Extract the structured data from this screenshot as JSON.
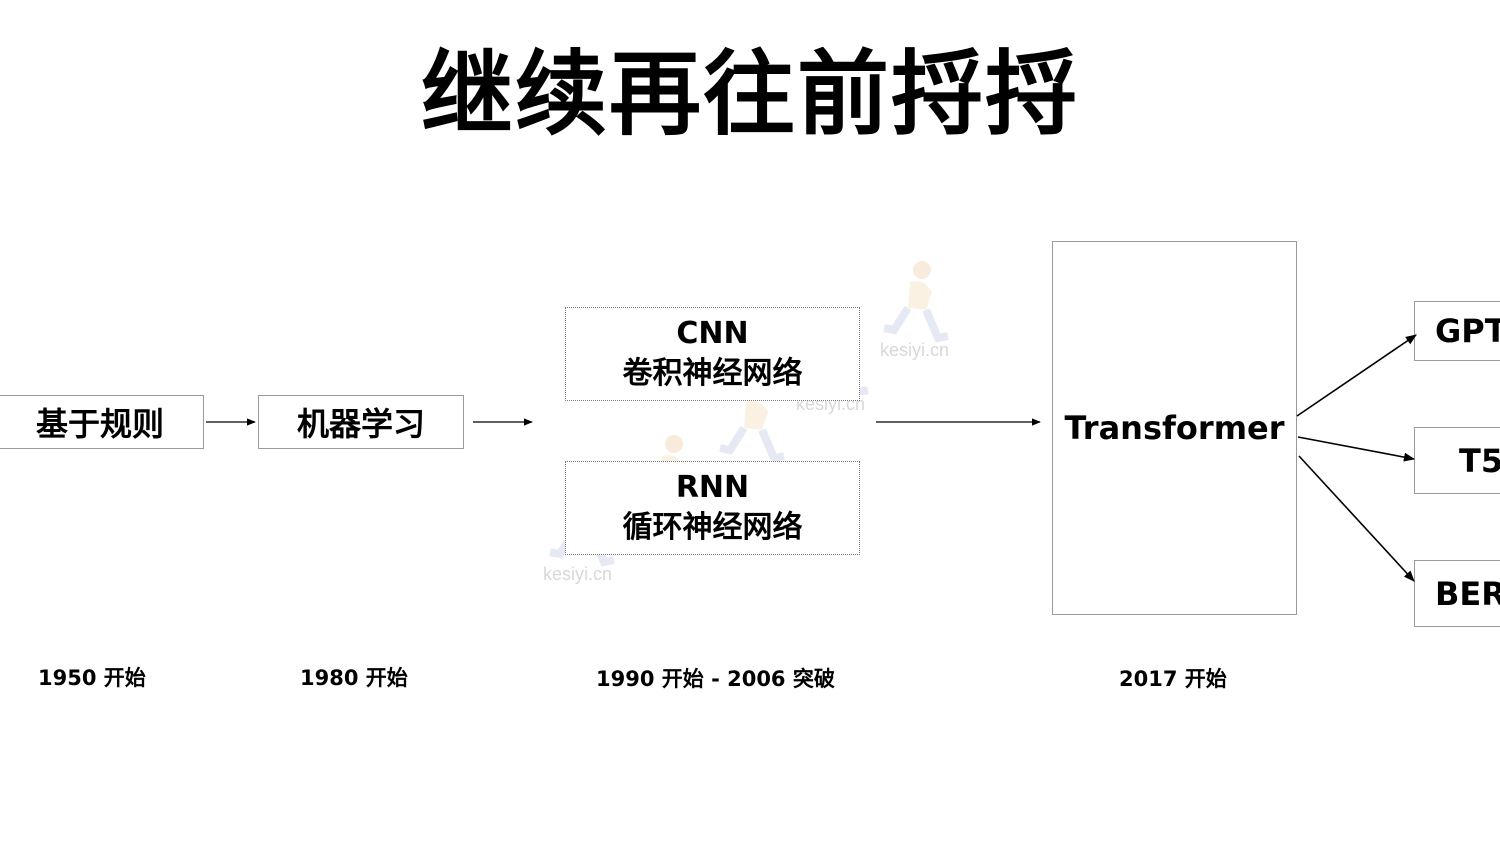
{
  "title": "继续再往前捋捋",
  "nodes": {
    "rule_based": "基于规则",
    "machine_learning": "机器学习",
    "cnn": {
      "name": "CNN",
      "desc": "卷积神经网络"
    },
    "rnn": {
      "name": "RNN",
      "desc": "循环神经网络"
    },
    "transformer": "Transformer",
    "gpt": "GPT",
    "t5": "T5",
    "bert": "BERT"
  },
  "dates": {
    "rule_based": "1950 开始",
    "machine_learning": "1980 开始",
    "neural": "1990 开始 - 2006 突破",
    "transformer": "2017 开始"
  },
  "watermark": "kesiyi.cn",
  "colors": {
    "border": "#9a9a9a",
    "arrow": "#000000",
    "watermark": "#d8d8d8"
  }
}
